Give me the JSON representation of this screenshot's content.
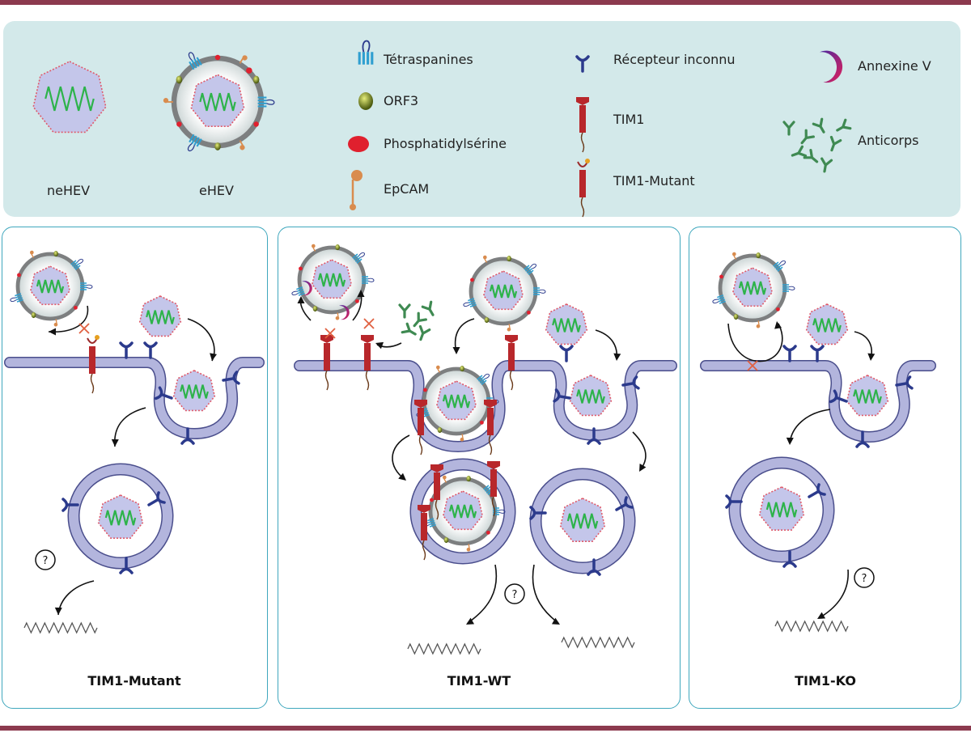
{
  "legend": {
    "particles": {
      "nehev": "neHEV",
      "ehev": "eHEV"
    },
    "tetraspanines": "Tétraspanines",
    "orf3": "ORF3",
    "phosphatidylserine": "Phosphatidylsérine",
    "epcam": "EpCAM",
    "recepteur": "Récepteur inconnu",
    "tim1": "TIM1",
    "tim1_mutant": "TIM1-Mutant",
    "annexine": "Annexine V",
    "anticorps": "Anticorps"
  },
  "panels": {
    "left": {
      "caption": "TIM1-Mutant"
    },
    "middle": {
      "caption": "TIM1-WT"
    },
    "right": {
      "caption": "TIM1-KO"
    }
  },
  "question_mark": "?",
  "colors": {
    "frame_bar": "#8c3a4e",
    "legend_bg": "#d3e9ea",
    "panel_border": "#3fa7bd",
    "membrane": "#b3b5dd",
    "receptor": "#2b3a8c",
    "tim1": "#b8272b",
    "genome": "#2db34a",
    "virus_fill": "#c4c6ea",
    "phosphatidylserine": "#e0202e",
    "orf3": "#8a9a22",
    "tetraspanin": "#2f9fd0",
    "epcam": "#d98c4e",
    "antibody": "#3f8a52",
    "annexin": "#7c2a8c"
  }
}
